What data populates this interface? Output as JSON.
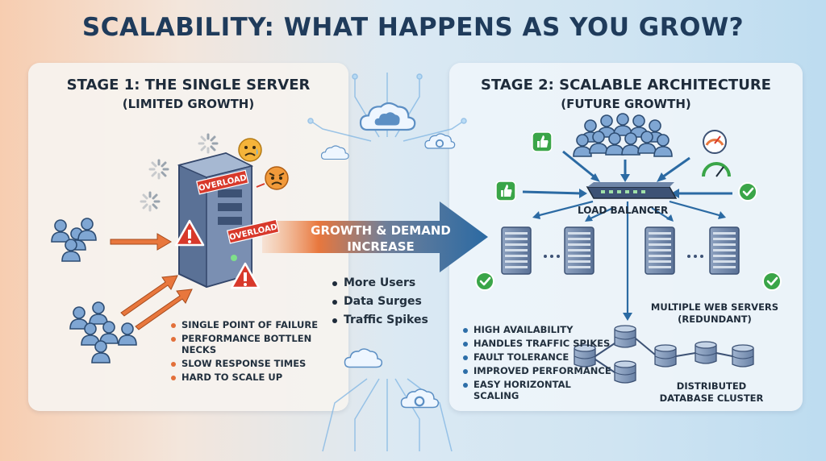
{
  "title": "SCALABILITY: WHAT HAPPENS AS YOU GROW?",
  "stage1": {
    "title": "STAGE 1: THE SINGLE SERVER",
    "subtitle": "(LIMITED GROWTH)",
    "overload_top": "OVERLOAD",
    "overload_bottom": "OVERLOAD",
    "bullets": [
      "SINGLE POINT OF FAILURE",
      "PERFORMANCE BOTTLEN NECKS",
      "SLOW RESPONSE TIMES",
      "HARD TO SCALE UP"
    ]
  },
  "middle": {
    "arrow_line1": "GROWTH & DEMAND",
    "arrow_line2": "INCREASE",
    "bullets": [
      "More Users",
      "Data Surges",
      "Traffic Spikes"
    ]
  },
  "stage2": {
    "title": "STAGE 2: SCALABLE ARCHITECTURE",
    "subtitle": "(FUTURE GROWTH)",
    "load_balancer": "LOAD BALANCER",
    "web_servers_line1": "MULTIPLE WEB SERVERS",
    "web_servers_line2": "(REDUNDANT)",
    "database_line1": "DISTRIBUTED",
    "database_line2": "DATABASE CLUSTER",
    "bullets": [
      "HIGH AVAILABILITY",
      "HANDLES TRAFFIC SPIKES",
      "FAULT TOLERANCE",
      "IMPROVED PERFORMANCE",
      "EASY HORIZONTAL SCALING"
    ]
  },
  "colors": {
    "title": "#1f3b5b",
    "arrow_orange": "#e8773d",
    "arrow_blue": "#2b6aa3",
    "server": "#6f86a8",
    "warning_red": "#d8392b",
    "check_green": "#3aa548"
  },
  "icons": [
    "user-group-icon",
    "server-icon",
    "warning-icon",
    "cloud-icon",
    "gear-icon",
    "database-icon",
    "check-icon",
    "thumbs-up-icon",
    "gauge-icon",
    "emoji-sad-icon",
    "emoji-angry-icon",
    "spinner-icon"
  ]
}
